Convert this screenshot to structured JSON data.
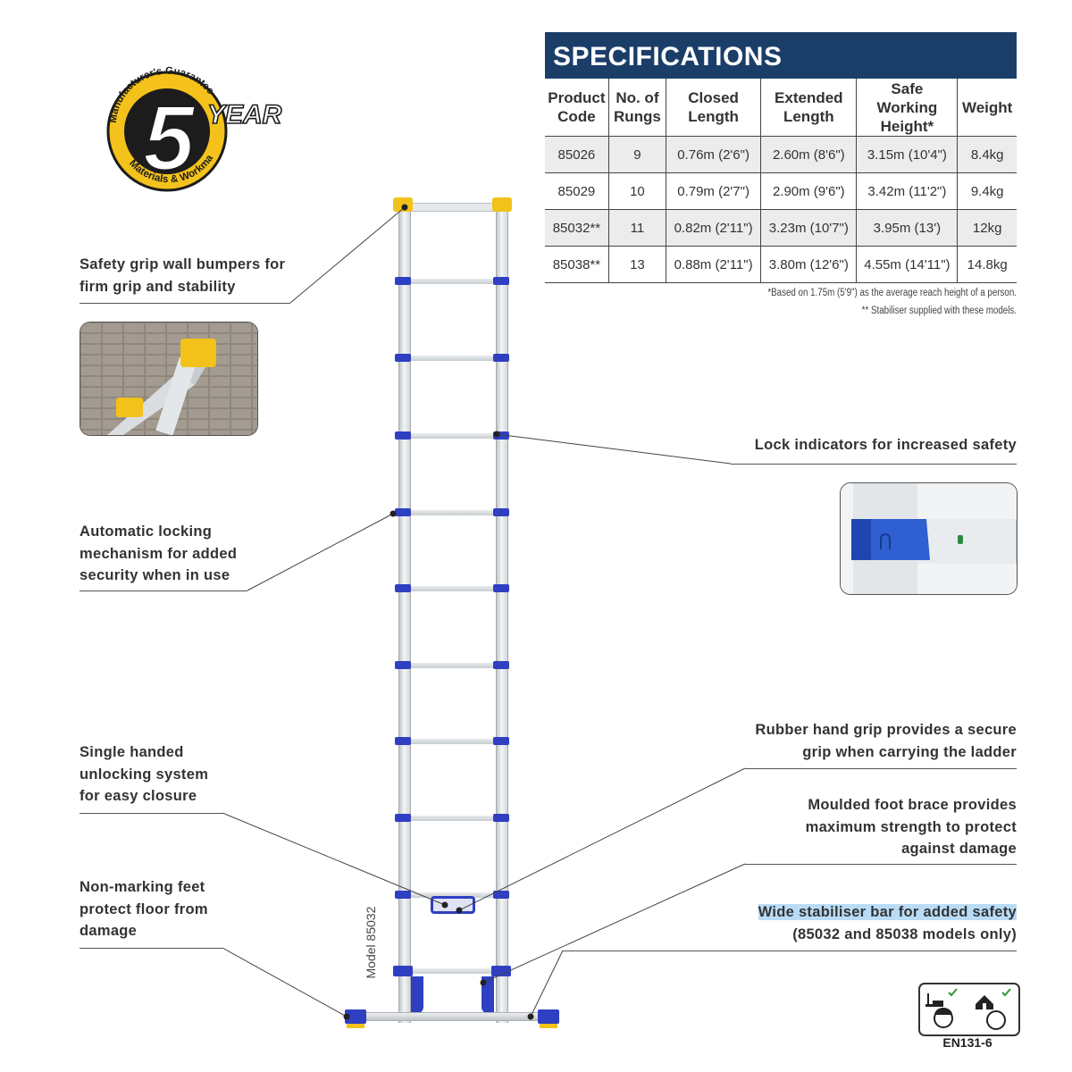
{
  "badge": {
    "number": "5",
    "year_text": "YEAR",
    "ring_top": "Manufacturer's Guarantee",
    "ring_bottom": "Materials & Workmanship"
  },
  "specifications": {
    "title": "SPECIFICATIONS",
    "headers": [
      [
        "Product",
        "Code"
      ],
      [
        "No. of",
        "Rungs"
      ],
      [
        "Closed",
        "Length"
      ],
      [
        "Extended",
        "Length"
      ],
      [
        "Safe Working",
        "Height*"
      ],
      [
        "Weight"
      ]
    ],
    "rows": [
      [
        "85026",
        "9",
        "0.76m (2'6\")",
        "2.60m (8'6\")",
        "3.15m (10'4\")",
        "8.4kg"
      ],
      [
        "85029",
        "10",
        "0.79m (2'7\")",
        "2.90m (9'6\")",
        "3.42m (11'2\")",
        "9.4kg"
      ],
      [
        "85032**",
        "11",
        "0.82m (2'11\")",
        "3.23m (10'7\")",
        "3.95m (13')",
        "12kg"
      ],
      [
        "85038**",
        "13",
        "0.88m (2'11\")",
        "3.80m (12'6\")",
        "4.55m (14'11\")",
        "14.8kg"
      ]
    ],
    "footnote_1": "*Based on 1.75m (5'9\") as the average reach height of a person.",
    "footnote_2": "** Stabiliser supplied with these models."
  },
  "callouts": {
    "wall_bumpers": [
      "Safety grip wall bumpers for",
      "firm grip and stability"
    ],
    "auto_lock": [
      "Automatic locking",
      "mechanism for added",
      "security when in use"
    ],
    "single_handed": [
      "Single handed",
      "unlocking system",
      "for easy closure"
    ],
    "feet": [
      "Non-marking feet",
      "protect floor from",
      "damage"
    ],
    "lock_indicators": "Lock indicators for increased safety",
    "hand_grip": [
      "Rubber hand grip provides a secure",
      "grip when carrying the ladder"
    ],
    "foot_brace": [
      "Moulded foot brace provides",
      "maximum strength to protect",
      "against damage"
    ],
    "stabiliser_line1": "Wide stabiliser bar for added safety",
    "stabiliser_line2": "(85032 and 85038 models only)"
  },
  "ladder": {
    "model_text": "Model 85032"
  },
  "certification": {
    "label": "EN131-6"
  },
  "colors": {
    "header_blue": "#1b3e69",
    "clip_blue": "#2f3fc2",
    "bumper_yellow": "#f2c21a",
    "highlight": "#b9dcf6"
  }
}
